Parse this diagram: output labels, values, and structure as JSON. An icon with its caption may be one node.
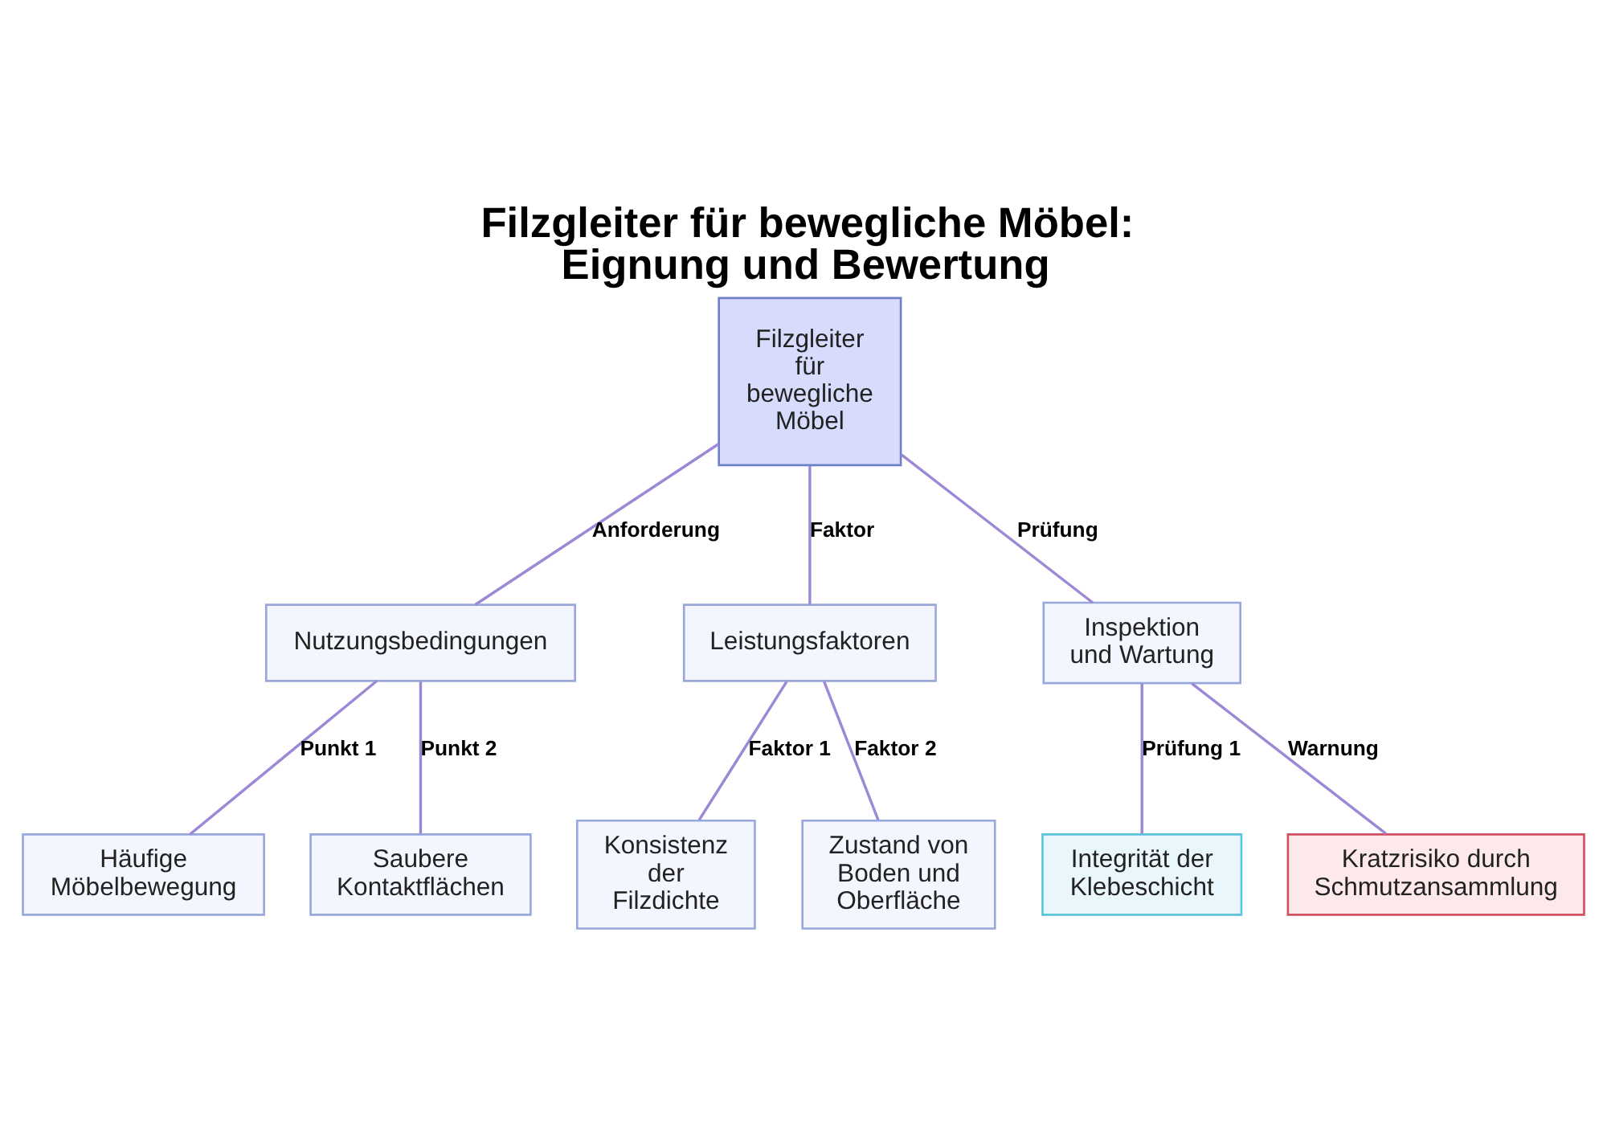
{
  "diagram": {
    "title": "Filzgleiter für bewegliche Möbel: Eignung und Bewertung",
    "nodes": [
      {
        "text": [
          "Filzgleiter für bewegliche Möbel"
        ]
      },
      {
        "text": [
          "Nutzungsbedingungen"
        ]
      },
      {
        "text": [
          "Leistungsfaktoren"
        ]
      },
      {
        "text": [
          "Inspektion und Wartung"
        ]
      },
      {
        "text": [
          "Häufige Möbelbewegung"
        ]
      },
      {
        "text": [
          "Saubere Kontaktflächen"
        ]
      },
      {
        "text": [
          "Konsistenz der Filzdichte"
        ]
      },
      {
        "text": [
          "Zustand von Boden und Oberfläche"
        ]
      },
      {
        "text": [
          "Integrität der Klebeschicht"
        ]
      },
      {
        "text": [
          "Kratzrisiko durch Schmutzansammlung"
        ]
      }
    ],
    "edges": [
      {
        "from": 0,
        "to": 1,
        "arrow": "none",
        "label": "Anforderung"
      },
      {
        "from": 0,
        "to": 2,
        "arrow": "none",
        "label": "Faktor"
      },
      {
        "from": 0,
        "to": 3,
        "arrow": "none",
        "label": "Prüfung"
      },
      {
        "from": 1,
        "to": 4,
        "arrow": "none",
        "label": "Punkt 1"
      },
      {
        "from": 1,
        "to": 5,
        "arrow": "none",
        "label": "Punkt 2"
      },
      {
        "from": 2,
        "to": 6,
        "arrow": "none",
        "label": "Faktor 1"
      },
      {
        "from": 2,
        "to": 7,
        "arrow": "none",
        "label": "Faktor 2"
      },
      {
        "from": 3,
        "to": 8,
        "arrow": "none",
        "label": "Prüfung 1"
      },
      {
        "from": 3,
        "to": 9,
        "arrow": "none",
        "label": "Warnung"
      }
    ]
  }
}
